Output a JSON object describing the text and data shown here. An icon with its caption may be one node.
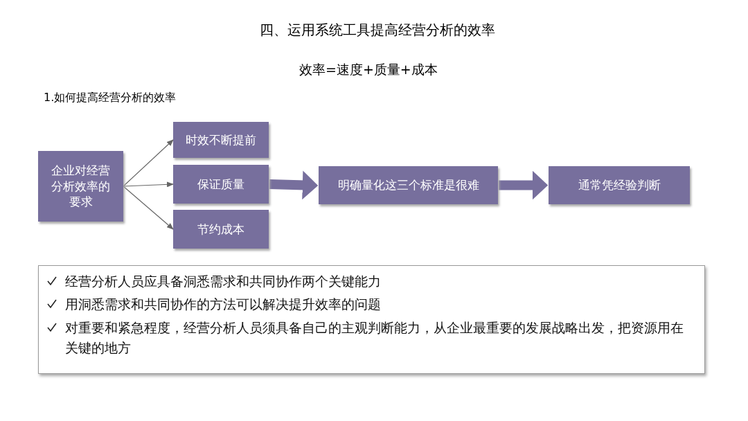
{
  "diagram": {
    "title": "四、运用系统工具提高经营分析的效率",
    "nodes": [
      {
        "text": [
          "企业对经营分析效率的要求"
        ]
      },
      {
        "text": [
          "时效不断提前"
        ]
      },
      {
        "text": [
          "保证质量"
        ]
      },
      {
        "text": [
          "节约成本"
        ]
      },
      {
        "text": [
          "明确量化这三个标准是很难"
        ]
      },
      {
        "text": [
          "通常凭经验判断"
        ]
      },
      {
        "text": [
          "经营分析人员应具备洞悉需求和共同协作两个关键能力",
          "用洞悉需求和共同协作的方法可以解决提升效率的问题",
          "对重要和紧急程度，经营分析人员须具备自己的主观判断能力，从企业最重要的发展战略出发，把资源用在关键的地方"
        ]
      }
    ],
    "edges": [
      {
        "from": 0,
        "to": 1,
        "arrow": "to"
      },
      {
        "from": 0,
        "to": 2,
        "arrow": "to"
      },
      {
        "from": 0,
        "to": 3,
        "arrow": "to"
      },
      {
        "from": 2,
        "to": 4,
        "arrow": "to",
        "style": "thick"
      },
      {
        "from": 4,
        "to": 5,
        "arrow": "to",
        "style": "thick"
      }
    ],
    "labels": [
      "效率=速度+质量+成本",
      "1.如何提高经营分析的效率"
    ]
  }
}
